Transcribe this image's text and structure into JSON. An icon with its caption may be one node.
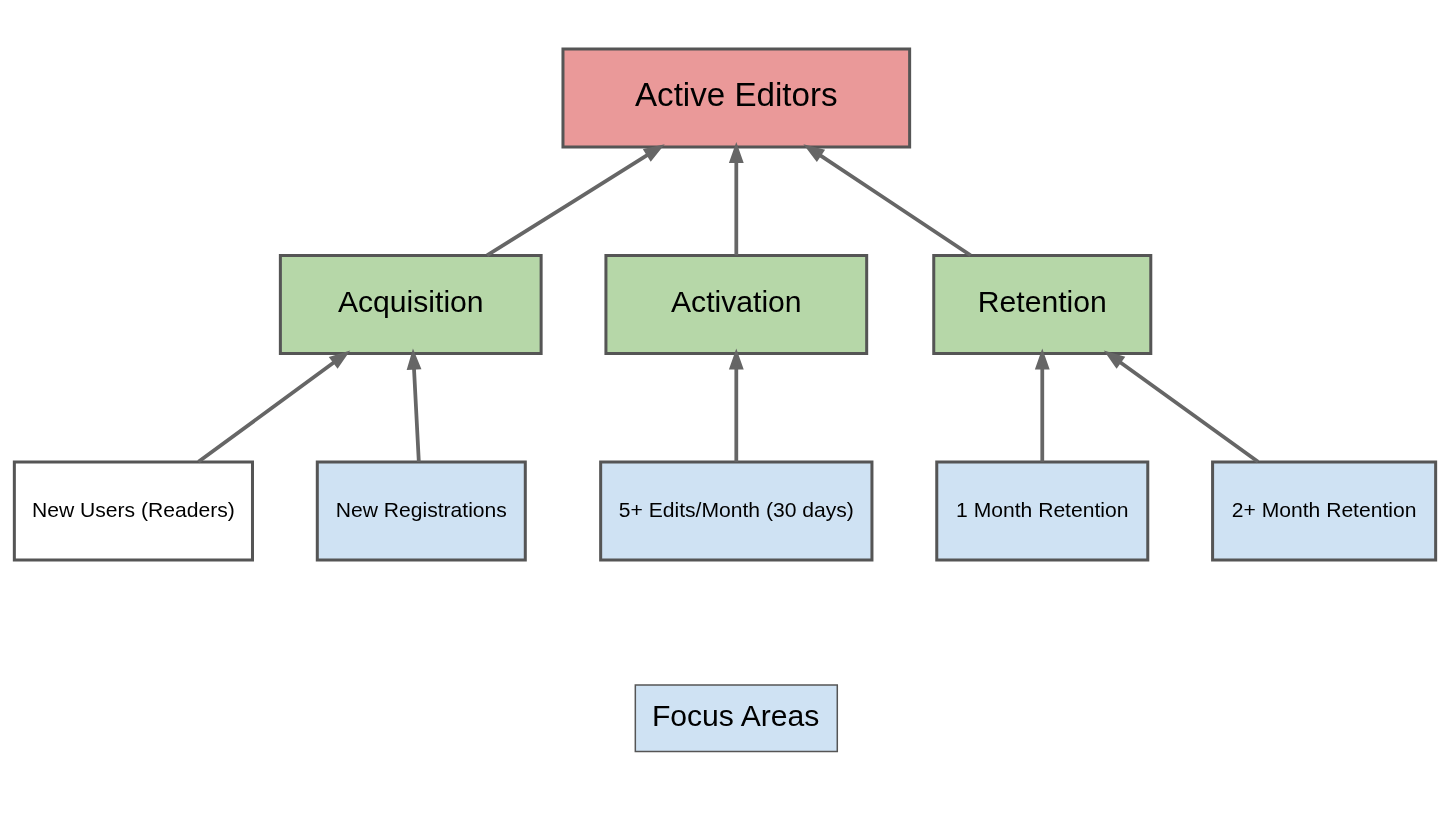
{
  "diagram": {
    "nodes": [
      {
        "text": [
          "Active Editors"
        ]
      },
      {
        "text": [
          "Acquisition"
        ]
      },
      {
        "text": [
          "Activation"
        ]
      },
      {
        "text": [
          "Retention"
        ]
      },
      {
        "text": [
          "New Users (Readers)"
        ]
      },
      {
        "text": [
          "New Registrations"
        ]
      },
      {
        "text": [
          "5+ Edits/Month (30 days)"
        ]
      },
      {
        "text": [
          "1 Month Retention"
        ]
      },
      {
        "text": [
          "2+ Month Retention"
        ]
      }
    ],
    "edges": [
      {
        "from": 1,
        "to": 0,
        "arrow": "to"
      },
      {
        "from": 2,
        "to": 0,
        "arrow": "to"
      },
      {
        "from": 3,
        "to": 0,
        "arrow": "to"
      },
      {
        "from": 4,
        "to": 1,
        "arrow": "to"
      },
      {
        "from": 5,
        "to": 1,
        "arrow": "to"
      },
      {
        "from": 6,
        "to": 2,
        "arrow": "to"
      },
      {
        "from": 7,
        "to": 3,
        "arrow": "to"
      },
      {
        "from": 8,
        "to": 3,
        "arrow": "to"
      }
    ],
    "legend": [
      {
        "text": "Focus Areas",
        "color": "#cfe2f3"
      }
    ]
  }
}
